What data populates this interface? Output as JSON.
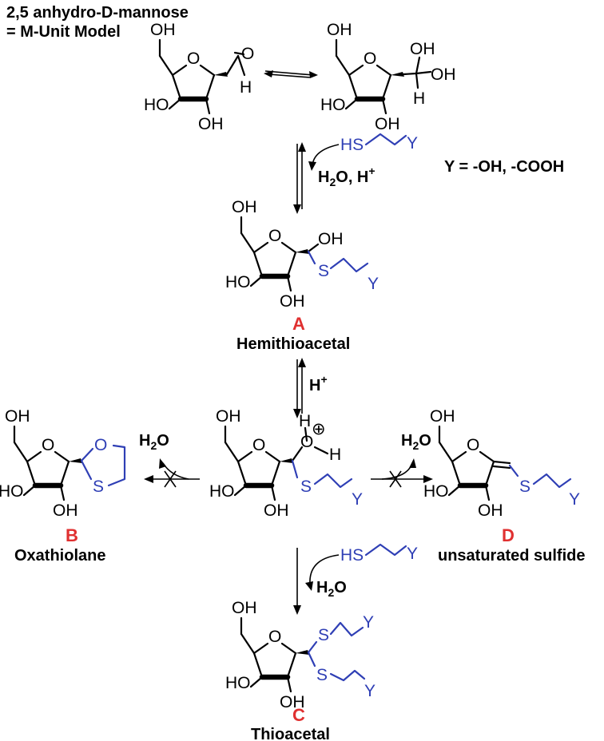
{
  "title": {
    "line1": "2,5 anhydro-D-mannose",
    "line2": "= M-Unit Model"
  },
  "atoms": {
    "OH": "OH",
    "HO": "HO",
    "O": "O",
    "H": "H",
    "S": "S",
    "Y": "Y",
    "HS": "HS",
    "plus": "⊕"
  },
  "reagents": {
    "thiol": "HS",
    "water_h": "H",
    "water_o": "O",
    "water_sub": "2",
    "comma_h": ", H",
    "h_plus": "H",
    "plus_sup": "+",
    "y_def": "Y = -OH, -COOH"
  },
  "compounds": {
    "A": {
      "letter": "A",
      "name": "Hemithioacetal"
    },
    "B": {
      "letter": "B",
      "name": "Oxathiolane"
    },
    "C": {
      "letter": "C",
      "name": "Thioacetal"
    },
    "D": {
      "letter": "D",
      "name": "unsaturated sulfide"
    }
  },
  "colors": {
    "thiol_blue": "#2f3fb5",
    "label_red": "#e03030",
    "black": "#000000"
  }
}
